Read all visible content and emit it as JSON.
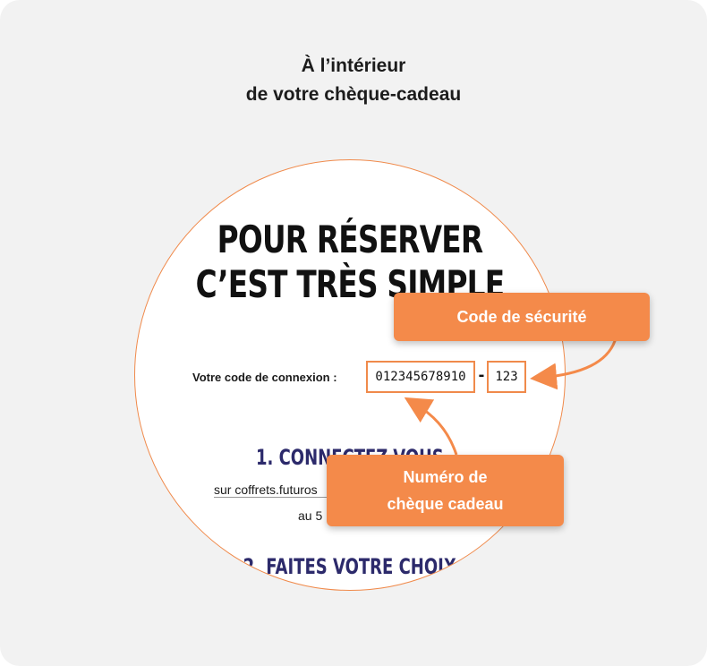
{
  "heading": {
    "line1": "À l’intérieur",
    "line2": "de votre chèque-cadeau"
  },
  "card": {
    "title_line1": "POUR RÉSERVER",
    "title_line2": "C’EST TRÈS SIMPLE",
    "code_label": "Votre code de connexion :",
    "code_number": "012345678910",
    "code_dash": "-",
    "code_security": "123",
    "step1_title": "1. CONNECTEZ-VOUS",
    "step1_site": "sur coffrets.futuros",
    "step1_sub": "au 5",
    "step2_title": "2. FAITES VOTRE CHOIX"
  },
  "callouts": {
    "security": "Code de sécurité",
    "number_line1": "Numéro de",
    "number_line2": "chèque cadeau"
  },
  "colors": {
    "accent": "#f48a4a",
    "navy": "#2c2a6b",
    "background": "#f2f2f2"
  }
}
